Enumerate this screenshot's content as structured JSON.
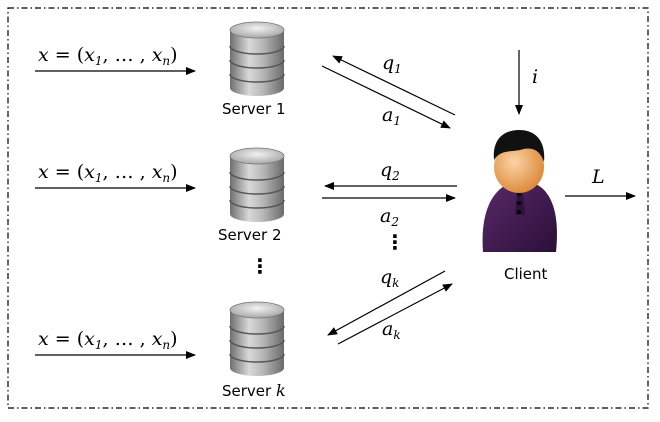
{
  "servers": [
    {
      "label": "Server 1",
      "input": {
        "lhs": "x",
        "eq": "= (",
        "x1": "x",
        "s1": "1",
        "mid": ", … , ",
        "xn": "x",
        "sn": "n",
        "end": ")"
      },
      "query": {
        "q": "q",
        "qs": "1"
      },
      "answer": {
        "a": "a",
        "as": "1"
      }
    },
    {
      "label": "Server 2",
      "input": {
        "lhs": "x",
        "eq": "= (",
        "x1": "x",
        "s1": "1",
        "mid": ", … , ",
        "xn": "x",
        "sn": "n",
        "end": ")"
      },
      "query": {
        "q": "q",
        "qs": "2"
      },
      "answer": {
        "a": "a",
        "as": "2"
      }
    },
    {
      "label_prefix": "Server ",
      "label_var": "k",
      "input": {
        "lhs": "x",
        "eq": "= (",
        "x1": "x",
        "s1": "1",
        "mid": ", … , ",
        "xn": "x",
        "sn": "n",
        "end": ")"
      },
      "query": {
        "q": "q",
        "qs": "k"
      },
      "answer": {
        "a": "a",
        "as": "k"
      }
    }
  ],
  "client": {
    "label": "Client",
    "input": "i",
    "output": "L"
  },
  "ellipsis": "⋮",
  "colors": {
    "disk_light": "#d9d9d9",
    "disk_dark": "#7a7a7a",
    "skin": "#e8a060",
    "hair": "#111111",
    "suit": "#3a1a4a",
    "border": "#000000"
  },
  "icons": {
    "server": "database-icon",
    "client": "user-icon"
  }
}
